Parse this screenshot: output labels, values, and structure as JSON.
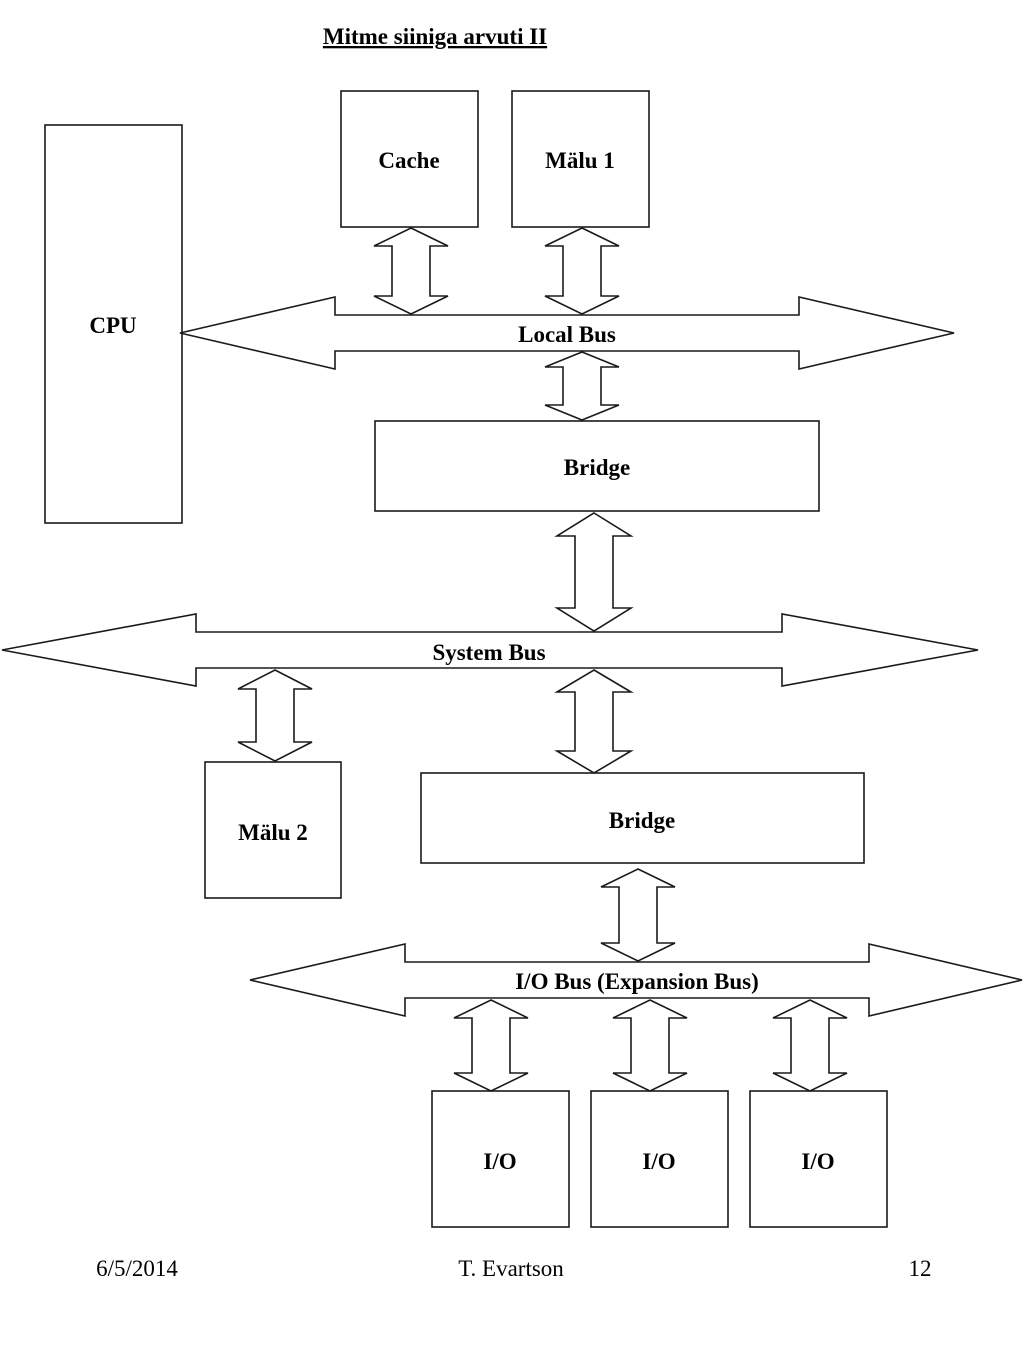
{
  "title": "Mitme siiniga arvuti II",
  "components": {
    "cpu": "CPU",
    "cache": "Cache",
    "memory1": "Mälu 1",
    "bridge1": "Bridge",
    "memory2": "Mälu 2",
    "bridge2": "Bridge",
    "io1": "I/O",
    "io2": "I/O",
    "io3": "I/O"
  },
  "buses": {
    "local": "Local Bus",
    "system": "System Bus",
    "io": "I/O Bus (Expansion Bus)"
  },
  "footer": {
    "date": "6/5/2014",
    "author": "T. Evartson",
    "page": "12"
  }
}
